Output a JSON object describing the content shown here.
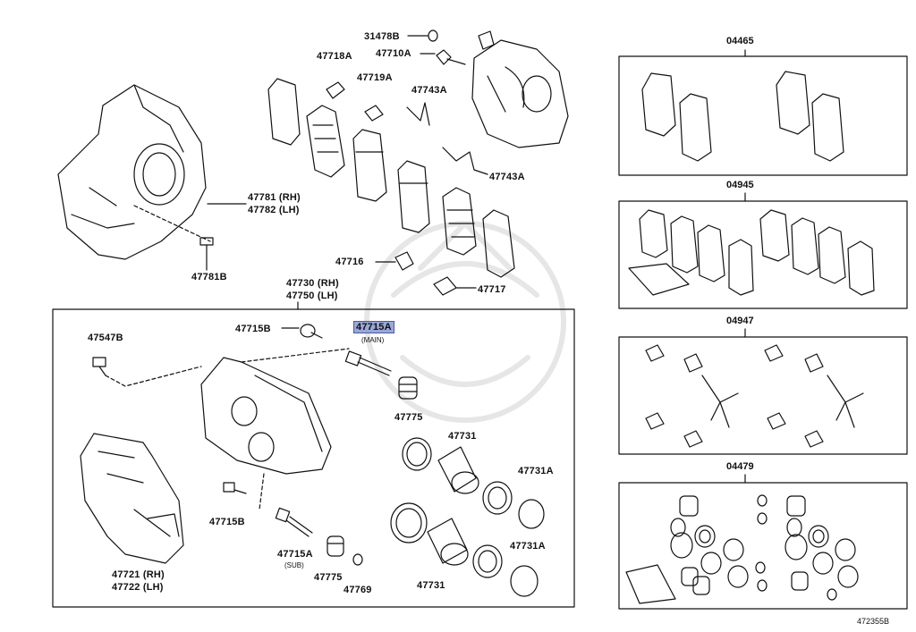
{
  "diagram_code": "472355B",
  "labels": {
    "p31478B": "31478B",
    "p47710A": "47710A",
    "p47718A": "47718A",
    "p47719A": "47719A",
    "p47743A_top": "47743A",
    "p47743A_right": "47743A",
    "p47781_rh": "47781 (RH)",
    "p47782_lh": "47782 (LH)",
    "p47781B": "47781B",
    "p47716": "47716",
    "p47717": "47717",
    "p47730_rh": "47730 (RH)",
    "p47750_lh": "47750 (LH)",
    "p47715B_top": "47715B",
    "p47715A_main": "47715A",
    "p47715A_main_sub": "(MAIN)",
    "p47547B": "47547B",
    "p47775_top": "47775",
    "p47731_top": "47731",
    "p47731A_top": "47731A",
    "p47715B_bottom": "47715B",
    "p47715A_sub": "47715A",
    "p47715A_sub_sub": "(SUB)",
    "p47775_bottom": "47775",
    "p47769": "47769",
    "p47731_bottom": "47731",
    "p47731A_bottom": "47731A",
    "p47721_rh": "47721 (RH)",
    "p47722_lh": "47722 (LH)"
  },
  "kits": [
    {
      "code": "04465"
    },
    {
      "code": "04945"
    },
    {
      "code": "04947"
    },
    {
      "code": "04479"
    }
  ]
}
